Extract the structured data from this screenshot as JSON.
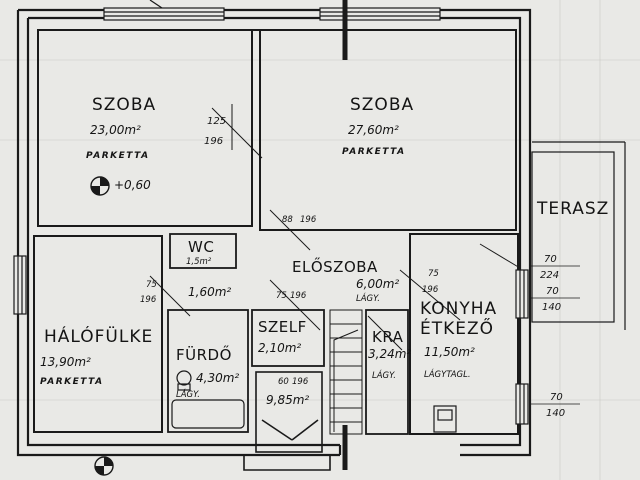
{
  "rooms": {
    "szoba1": {
      "name": "SZOBA",
      "area": "23,00m²",
      "floor": "PARKETTA"
    },
    "szoba2": {
      "name": "SZOBA",
      "area": "27,60m²",
      "floor": "PARKETTA"
    },
    "terasz": {
      "name": "TERASZ"
    },
    "wc": {
      "name": "WC",
      "area": "1,5m²"
    },
    "eloszoba": {
      "name": "ELŐSZOBA",
      "area": "6,00m²",
      "floor": "LÁGY."
    },
    "halofulke": {
      "name": "HÁLÓFÜLKE",
      "area": "13,90m²",
      "floor": "PARKETTA"
    },
    "furdo": {
      "name": "FÜRDŐ",
      "area": "4,30m²",
      "floor": "LÁGY."
    },
    "szelf": {
      "name": "SZELF",
      "area": "2,10m²"
    },
    "kamra": {
      "name": "KRA",
      "area": "3,24m²",
      "floor": "LÁGY."
    },
    "konyha": {
      "name": "KONYHA",
      "name2": "ÉTKEZŐ",
      "area": "11,50m²",
      "floor": "LÁGYTAGL."
    },
    "hall": {
      "area": "9,85m²"
    }
  },
  "level_marker": "+0,60",
  "dims": {
    "szoba_door_top": "125",
    "szoba_door_bottom": "196",
    "hall_door_a": "88",
    "hall_door_b": "196",
    "halo_door_top": "75",
    "halo_door_bottom": "196",
    "hall_area_dim": "1,60m²",
    "szelf_door_a": "75",
    "szelf_door_b": "196",
    "furdo_door_a": "60",
    "furdo_door_b": "196",
    "konyha_door_top": "75",
    "konyha_door_bottom": "196",
    "win1_top": "70",
    "win1_bottom": "224",
    "win2_top": "70",
    "win2_bottom": "140",
    "win3_top": "70",
    "win3_bottom": "140"
  }
}
